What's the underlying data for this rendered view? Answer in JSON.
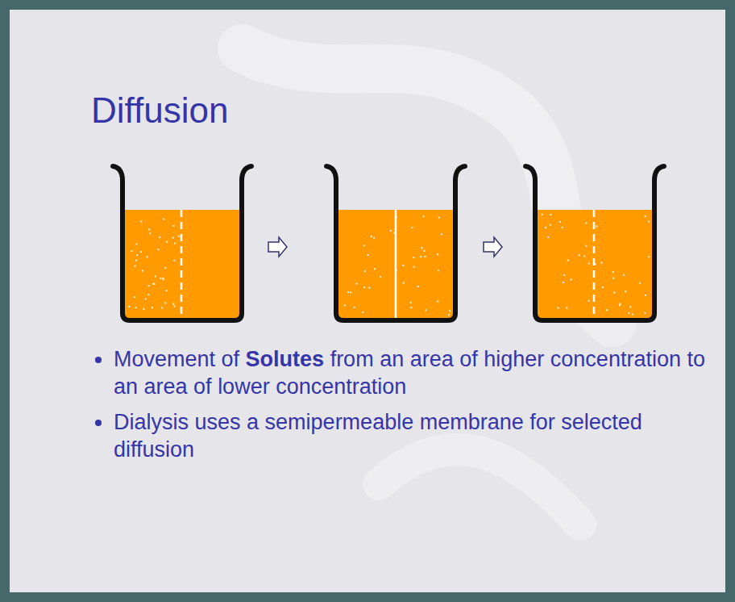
{
  "diagram": {
    "title": "Diffusion",
    "labels": [
      "Movement of Solutes from an area of higher concentration to an area of lower concentration",
      "Dialysis uses a semipermeable membrane for selected diffusion"
    ]
  }
}
